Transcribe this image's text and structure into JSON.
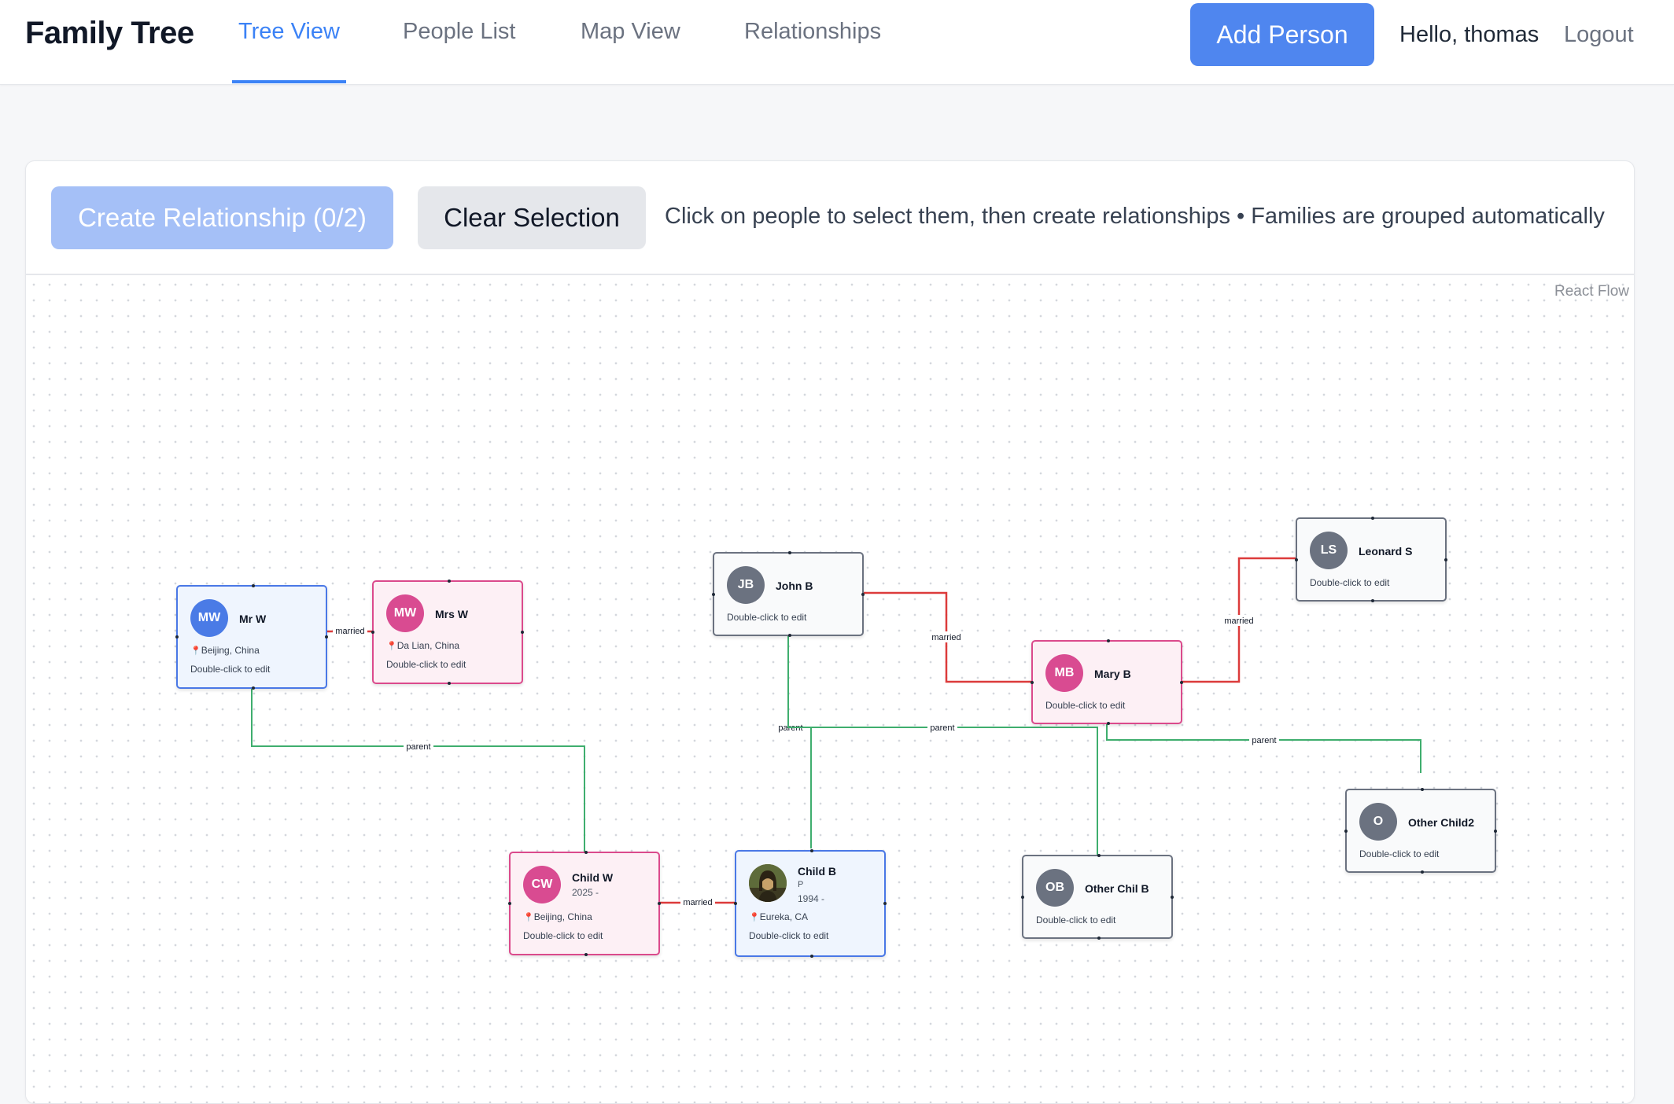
{
  "header": {
    "brand": "Family Tree",
    "tabs": [
      {
        "label": "Tree View",
        "active": true
      },
      {
        "label": "People List",
        "active": false
      },
      {
        "label": "Map View",
        "active": false
      },
      {
        "label": "Relationships",
        "active": false
      }
    ],
    "add_person_label": "Add Person",
    "greeting": "Hello, thomas",
    "logout_label": "Logout"
  },
  "toolbar": {
    "create_relationship_label": "Create Relationship (0/2)",
    "clear_selection_label": "Clear Selection",
    "hint": "Click on people to select them, then create relationships • Families are grouped automatically"
  },
  "canvas": {
    "attribution": "React Flow"
  },
  "people": [
    {
      "id": "mrw",
      "initials": "MW",
      "name": "Mr W",
      "gender": "male",
      "location": "Beijing, China",
      "dates": "",
      "extra": "",
      "hint": "Double-click to edit"
    },
    {
      "id": "mrsw",
      "initials": "MW",
      "name": "Mrs W",
      "gender": "female",
      "location": "Da Lian, China",
      "dates": "",
      "extra": "",
      "hint": "Double-click to edit"
    },
    {
      "id": "johnb",
      "initials": "JB",
      "name": "John B",
      "gender": "unknown",
      "location": "",
      "dates": "",
      "extra": "",
      "hint": "Double-click to edit"
    },
    {
      "id": "maryb",
      "initials": "MB",
      "name": "Mary B",
      "gender": "female",
      "location": "",
      "dates": "",
      "extra": "",
      "hint": "Double-click to edit"
    },
    {
      "id": "leonards",
      "initials": "LS",
      "name": "Leonard S",
      "gender": "unknown",
      "location": "",
      "dates": "",
      "extra": "",
      "hint": "Double-click to edit"
    },
    {
      "id": "childw",
      "initials": "CW",
      "name": "Child W",
      "gender": "female",
      "location": "Beijing, China",
      "dates": "2025 -",
      "extra": "",
      "hint": "Double-click to edit"
    },
    {
      "id": "childb",
      "initials": "",
      "name": "Child B",
      "gender": "male",
      "location": "Eureka, CA",
      "dates": "1994 -",
      "extra": "P",
      "hint": "Double-click to edit",
      "photo": true
    },
    {
      "id": "otherchilb",
      "initials": "OB",
      "name": "Other Chil B",
      "gender": "unknown",
      "location": "",
      "dates": "",
      "extra": "",
      "hint": "Double-click to edit"
    },
    {
      "id": "otherchild2",
      "initials": "O",
      "name": "Other Child2",
      "gender": "unknown",
      "location": "",
      "dates": "",
      "extra": "",
      "hint": "Double-click to edit"
    }
  ],
  "relationships": [
    {
      "from": "mrw",
      "to": "mrsw",
      "type": "married",
      "label": "married"
    },
    {
      "from": "johnb",
      "to": "maryb",
      "type": "married",
      "label": "married"
    },
    {
      "from": "maryb",
      "to": "leonards",
      "type": "married",
      "label": "married"
    },
    {
      "from": "childw",
      "to": "childb",
      "type": "married",
      "label": "married"
    },
    {
      "from": "mrw",
      "to": "childw",
      "type": "parent",
      "label": "parent"
    },
    {
      "from": "johnb",
      "to": "childb",
      "type": "parent",
      "label": "parent"
    },
    {
      "from": "johnb",
      "to": "otherchilb",
      "type": "parent",
      "label": "parent"
    },
    {
      "from": "maryb",
      "to": "otherchild2",
      "type": "parent",
      "label": "parent"
    }
  ],
  "colors": {
    "accent": "#3b82f6",
    "married_edge": "#dc3b3b",
    "parent_edge": "#3fae6e",
    "male": "#4a7be6",
    "female": "#d94b91",
    "unknown": "#6b7280"
  }
}
